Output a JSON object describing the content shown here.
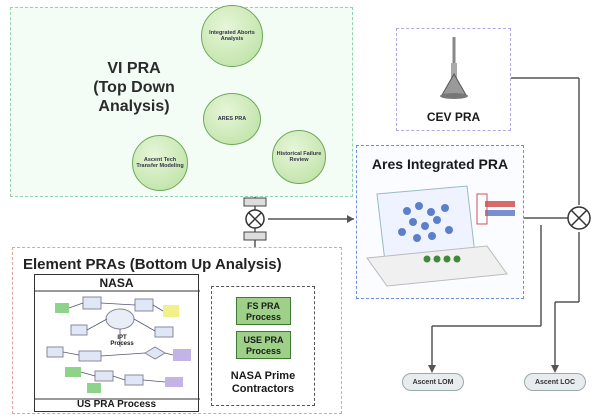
{
  "vi": {
    "title_line1": "VI PRA",
    "title_line2": "(Top Down Analysis)",
    "center": "ARES PRA",
    "top": "Integrated Aborts Analysis",
    "left": "Ascent Tech Transfer Modeling",
    "right": "Historical Failure Review"
  },
  "cev": {
    "label": "CEV PRA"
  },
  "ares": {
    "title": "Ares Integrated PRA"
  },
  "element": {
    "title": "Element PRAs (Bottom Up Analysis)",
    "nasa_label": "NASA",
    "iet_process": "IPT Process",
    "us_label": "US PRA Process",
    "fs_line1": "FS PRA",
    "fs_line2": "Process",
    "use_line1": "USE PRA",
    "use_line2": "Process",
    "contractors_line1": "NASA Prime",
    "contractors_line2": "Contractors"
  },
  "outputs": {
    "lom": "Ascent LOM",
    "loc": "Ascent LOC"
  },
  "colors": {
    "vi_border": "#8fd3b0",
    "ares_border": "#6d8fe0",
    "element_border": "#e3a3a3",
    "cev_border": "#b7a6e6",
    "green": "#9ed08a"
  }
}
